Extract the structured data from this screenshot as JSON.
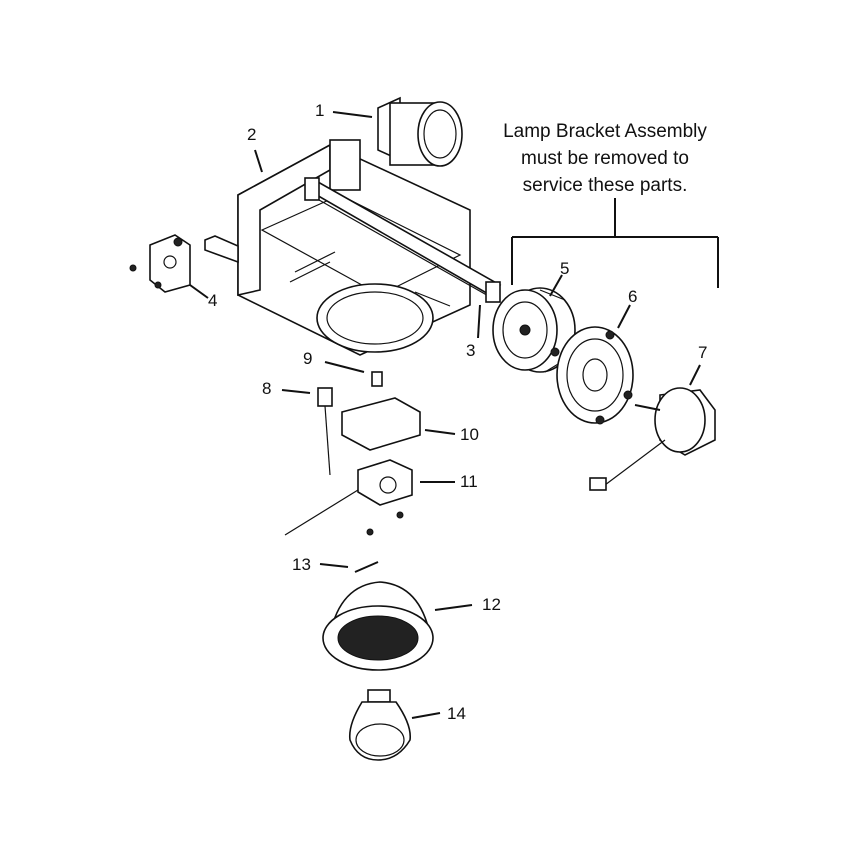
{
  "note": {
    "line1": "Lamp Bracket Assembly",
    "line2": "must be removed to",
    "line3": "service these parts."
  },
  "callouts": [
    "1",
    "2",
    "3",
    "4",
    "5",
    "6",
    "7",
    "8",
    "9",
    "10",
    "11",
    "12",
    "13",
    "14"
  ],
  "colors": {
    "ink": "#111111",
    "background": "#ffffff"
  }
}
